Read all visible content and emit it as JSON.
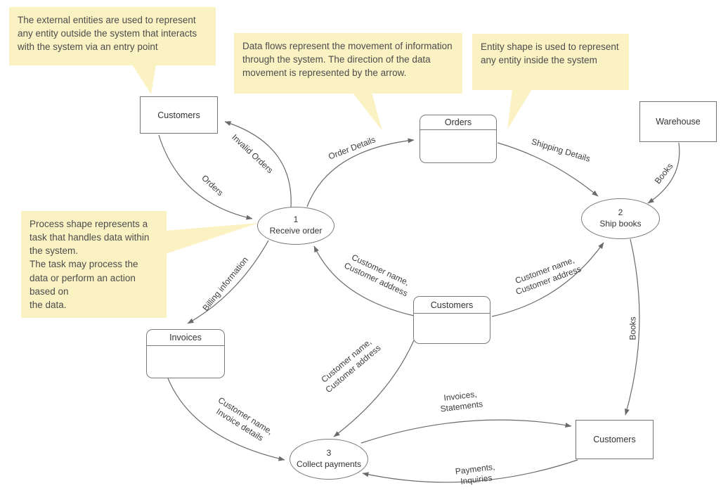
{
  "diagram_type": "data-flow-diagram",
  "colors": {
    "note_background": "#fbf2c4",
    "note_text": "#4c4c4c",
    "line": "#6a6a6a",
    "shape_border": "#7b7b7b",
    "shape_text": "#333333",
    "background": "#ffffff"
  },
  "notes": [
    {
      "text": "The external entities are used to represent any entity outside the system that interacts with the system via an entry point"
    },
    {
      "text": "Data flows represent the movement of information through the system. The direction of the data movement is represented by the arrow."
    },
    {
      "text": "Entity shape is used to represent any entity inside the system"
    },
    {
      "text": "Process shape represents a task that handles data within the system.\nThe task may process the data or perform an action based on\n the data."
    }
  ],
  "external_entities": [
    {
      "label": "Customers"
    },
    {
      "label": "Warehouse"
    },
    {
      "label": "Customers"
    }
  ],
  "data_stores": [
    {
      "label": "Orders"
    },
    {
      "label": "Customers"
    },
    {
      "label": "Invoices"
    }
  ],
  "processes": [
    {
      "number": "1",
      "label": "Receive order"
    },
    {
      "number": "2",
      "label": "Ship books"
    },
    {
      "number": "3",
      "label": "Collect payments"
    }
  ],
  "flow_labels": [
    {
      "text": "Orders"
    },
    {
      "text": "Invalid Orders"
    },
    {
      "text": "Order Details"
    },
    {
      "text": "Shipping Details"
    },
    {
      "text": "Books"
    },
    {
      "text": "Customer name,\nCustomer address"
    },
    {
      "text": "Customer name,\nCustomer address"
    },
    {
      "text": "Customer name,\nCustomer address"
    },
    {
      "text": "Billing information"
    },
    {
      "text": "Customer name,\nInvoice details"
    },
    {
      "text": "Invoices,\nStatements"
    },
    {
      "text": "Payments,\nInquiries"
    },
    {
      "text": "Books"
    }
  ]
}
